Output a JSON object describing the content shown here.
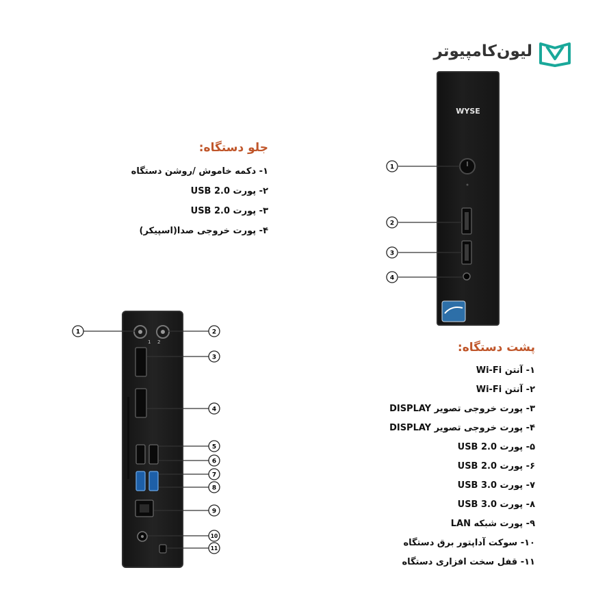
{
  "logo": {
    "text": "لیون‌کامپیوتر",
    "accent": "#1aa89a"
  },
  "front": {
    "brand": "WYSE",
    "title": "جلو دستگاه:",
    "items": [
      "۱- دکمه خاموش /روشن دستگاه",
      "۲- پورت USB 2.0",
      "۳- پورت USB 2.0",
      "۴- پورت خروجی صدا(اسپیکر)"
    ],
    "markers": [
      "1",
      "2",
      "3",
      "4"
    ]
  },
  "back": {
    "title": "پشت دستگاه:",
    "items": [
      "۱- آنتن Wi-Fi",
      "۲- آنتن Wi-Fi",
      "۳- پورت خروجی تصویر DISPLAY",
      "۴- پورت خروجی تصویر DISPLAY",
      "۵- پورت USB 2.0",
      "۶- پورت USB 2.0",
      "۷- پورت USB 3.0",
      "۸- پورت USB 3.0",
      "۹- پورت شبکه LAN",
      "۱۰- سوکت آداپتور برق دستگاه",
      "۱۱- قفل سخت افزاری دستگاه"
    ],
    "markers": [
      "1",
      "2",
      "3",
      "4",
      "5",
      "6",
      "7",
      "8",
      "9",
      "10",
      "11"
    ],
    "antenna_labels": [
      "1",
      "2"
    ]
  },
  "colors": {
    "title": "#c0562a",
    "usb3": "#2a7fd4"
  }
}
